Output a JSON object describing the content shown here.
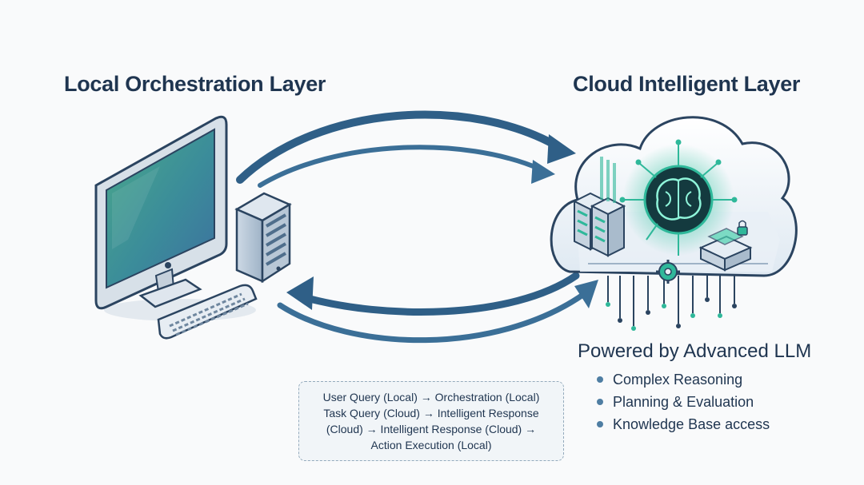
{
  "local_layer": {
    "title": "Local Orchestration Layer"
  },
  "cloud_layer": {
    "title": "Cloud Intelligent Layer"
  },
  "llm": {
    "heading": "Powered by Advanced LLM",
    "features": [
      "Complex Reasoning",
      "Planning & Evaluation",
      "Knowledge Base access"
    ]
  },
  "flow": {
    "lines": [
      "User Query (Local) → Orchestration (Local)",
      "Task Query (Cloud) → Intelligent Response",
      "(Cloud) → Intelligent Response (Cloud) →",
      "Action Execution (Local)"
    ]
  },
  "colors": {
    "title": "#1f3550",
    "arrow": "#2f5f87",
    "accent_green": "#2fb89a",
    "screen_green": "#3a9b86",
    "screen_blue": "#4b7fb0"
  },
  "icons": [
    "desktop-monitor-icon",
    "keyboard-icon",
    "server-tower-icon",
    "cloud-icon",
    "brain-icon",
    "server-rack-icon",
    "gear-icon",
    "lock-icon"
  ]
}
